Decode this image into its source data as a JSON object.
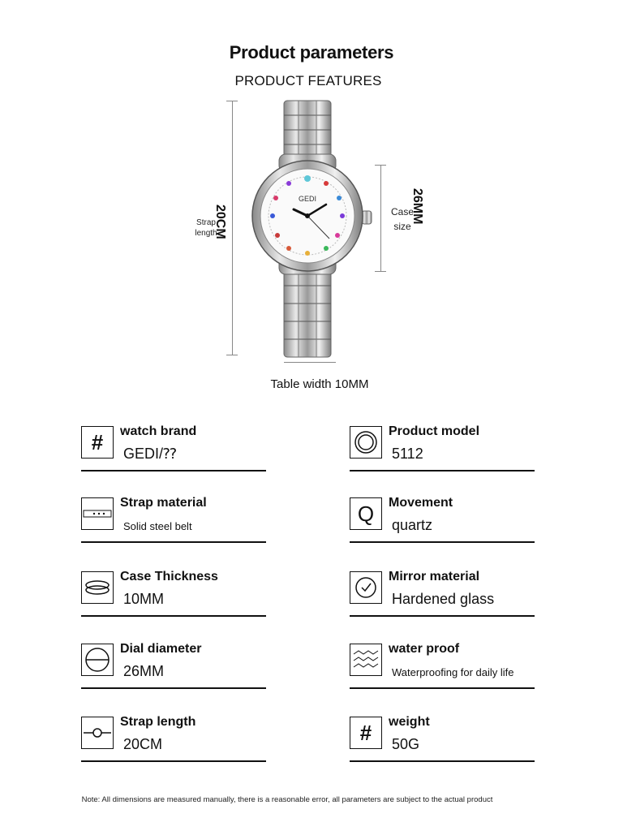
{
  "header": {
    "title": "Product parameters",
    "subtitle": "PRODUCT FEATURES"
  },
  "product_image": {
    "brand_on_dial": "GEDI",
    "strap_dim": "20CM",
    "strap_label": "Strap\nlength",
    "case_dim": "26MM",
    "case_label": "Case\nsize",
    "width_caption": "Table width 10MM"
  },
  "params": [
    {
      "label": "watch brand",
      "value": "GEDI/⁇",
      "icon": "hash-icon"
    },
    {
      "label": "Product model",
      "value": "5112",
      "icon": "double-circle-icon"
    },
    {
      "label": "Strap material",
      "value": "Solid steel belt",
      "icon": "belt-icon"
    },
    {
      "label": "Movement",
      "value": "quartz",
      "icon": "q-icon"
    },
    {
      "label": "Case Thickness",
      "value": "10MM",
      "icon": "case-thickness-icon"
    },
    {
      "label": "Mirror material",
      "value": "Hardened glass",
      "icon": "clock-icon"
    },
    {
      "label": "Dial diameter",
      "value": "26MM",
      "icon": "dial-diameter-icon"
    },
    {
      "label": "water proof",
      "value": "Waterproofing for daily life",
      "icon": "waves-icon"
    },
    {
      "label": "Strap length",
      "value": "20CM",
      "icon": "strap-length-icon"
    },
    {
      "label": "weight",
      "value": "50G",
      "icon": "hash-icon"
    }
  ],
  "footer": {
    "note": "Note: All dimensions are measured manually, there is a reasonable error, all parameters are subject to the actual product"
  }
}
